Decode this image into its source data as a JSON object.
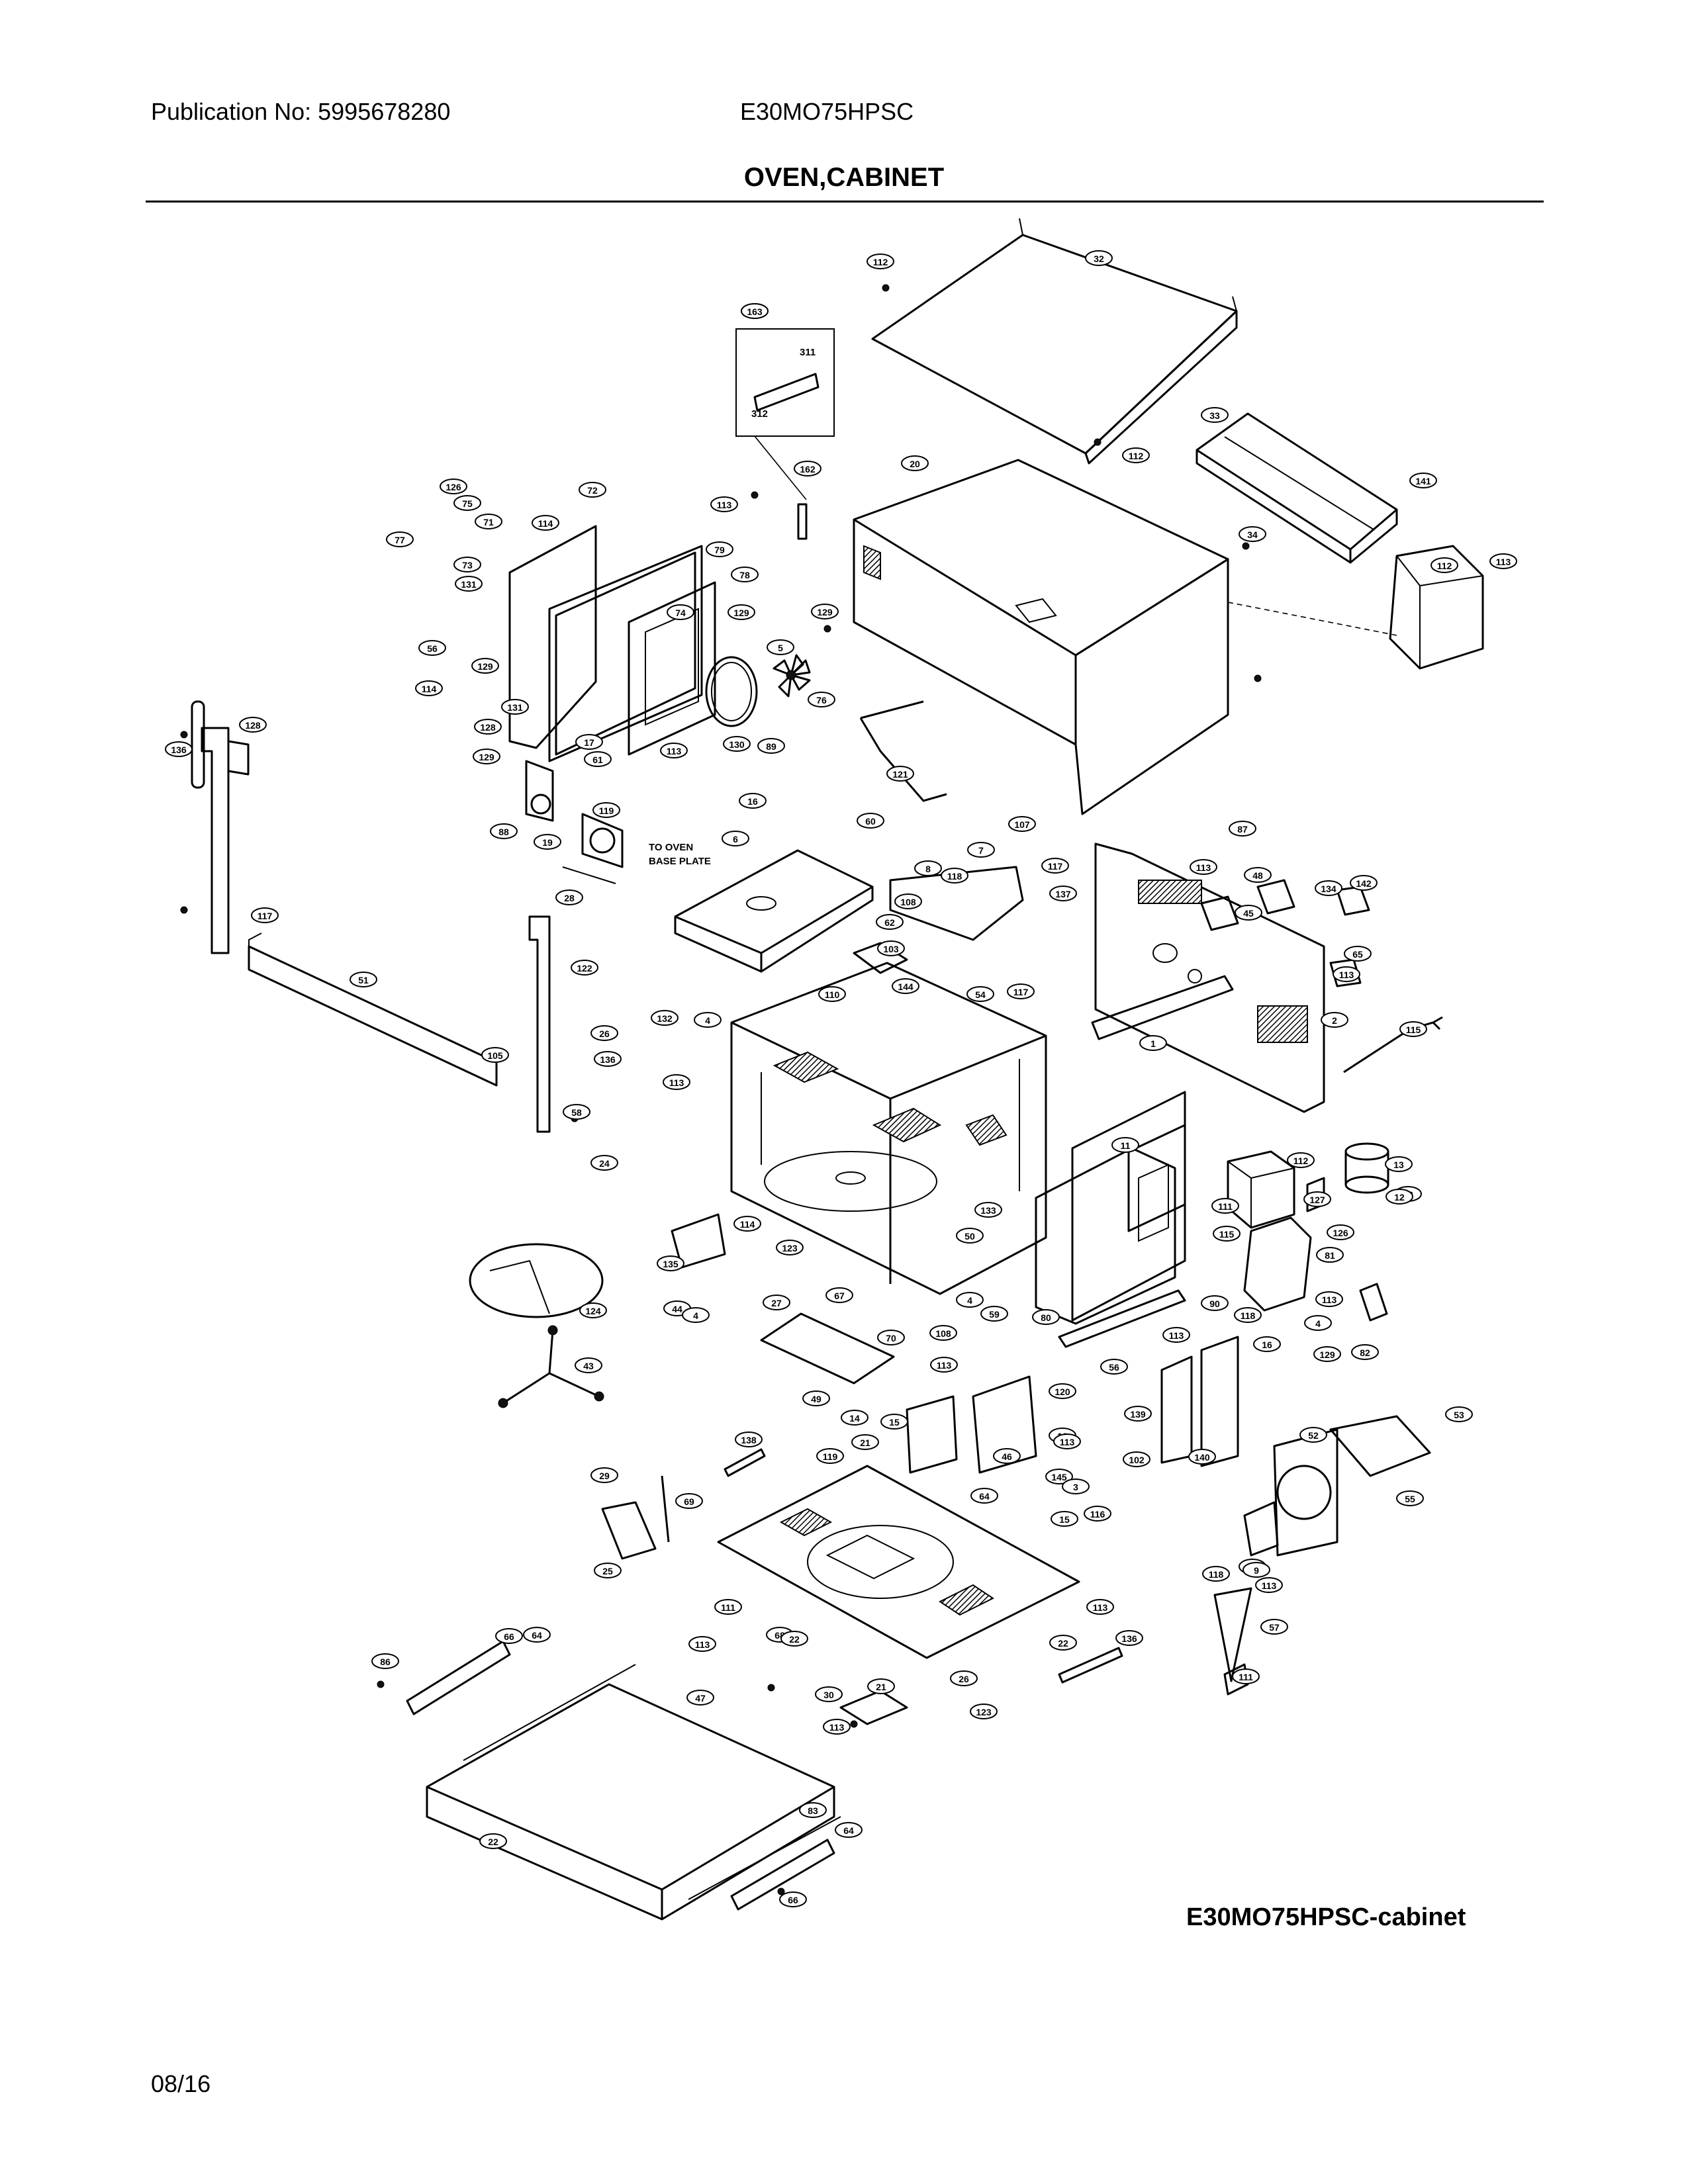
{
  "header": {
    "publication": "Publication No: 5995678280",
    "model": "E30MO75HPSC"
  },
  "title": "OVEN,CABINET",
  "diagram": {
    "inset_callout": "163",
    "inset_labels": [
      "311",
      "312"
    ],
    "base_plate_note": "TO OVEN\nBASE PLATE",
    "callouts": [
      "112",
      "32",
      "163",
      "311",
      "312",
      "33",
      "113",
      "162",
      "20",
      "112",
      "126",
      "75",
      "72",
      "77",
      "71",
      "114",
      "73",
      "79",
      "131",
      "78",
      "74",
      "129",
      "141",
      "112",
      "34",
      "113",
      "129",
      "5",
      "56",
      "129",
      "131",
      "76",
      "130",
      "89",
      "114",
      "128",
      "129",
      "17",
      "113",
      "61",
      "136",
      "128",
      "121",
      "16",
      "6",
      "60",
      "107",
      "87",
      "88",
      "19",
      "119",
      "7",
      "8",
      "118",
      "117",
      "113",
      "48",
      "108",
      "142",
      "62",
      "134",
      "28",
      "137",
      "45",
      "117",
      "103",
      "65",
      "113",
      "51",
      "122",
      "144",
      "110",
      "54",
      "117",
      "1",
      "2",
      "115",
      "132",
      "4",
      "26",
      "136",
      "113",
      "105",
      "58",
      "24",
      "11",
      "112",
      "13",
      "83",
      "111",
      "12",
      "114",
      "127",
      "126",
      "81",
      "115",
      "133",
      "50",
      "135",
      "123",
      "67",
      "27",
      "4",
      "44",
      "124",
      "4",
      "59",
      "80",
      "90",
      "118",
      "4",
      "113",
      "82",
      "70",
      "108",
      "56",
      "113",
      "16",
      "129",
      "43",
      "113",
      "120",
      "10",
      "139",
      "53",
      "49",
      "14",
      "15",
      "46",
      "119",
      "21",
      "113",
      "102",
      "140",
      "138",
      "52",
      "29",
      "145",
      "3",
      "69",
      "64",
      "116",
      "55",
      "15",
      "25",
      "113",
      "9",
      "118",
      "113",
      "57",
      "111",
      "68",
      "22",
      "113",
      "22",
      "136",
      "66",
      "64",
      "86",
      "113",
      "30",
      "21",
      "111",
      "47",
      "26",
      "113",
      "123",
      "22",
      "83",
      "64",
      "66",
      "113"
    ]
  },
  "diagram_label": "E30MO75HPSC-cabinet",
  "footer": {
    "date": "08/16"
  }
}
